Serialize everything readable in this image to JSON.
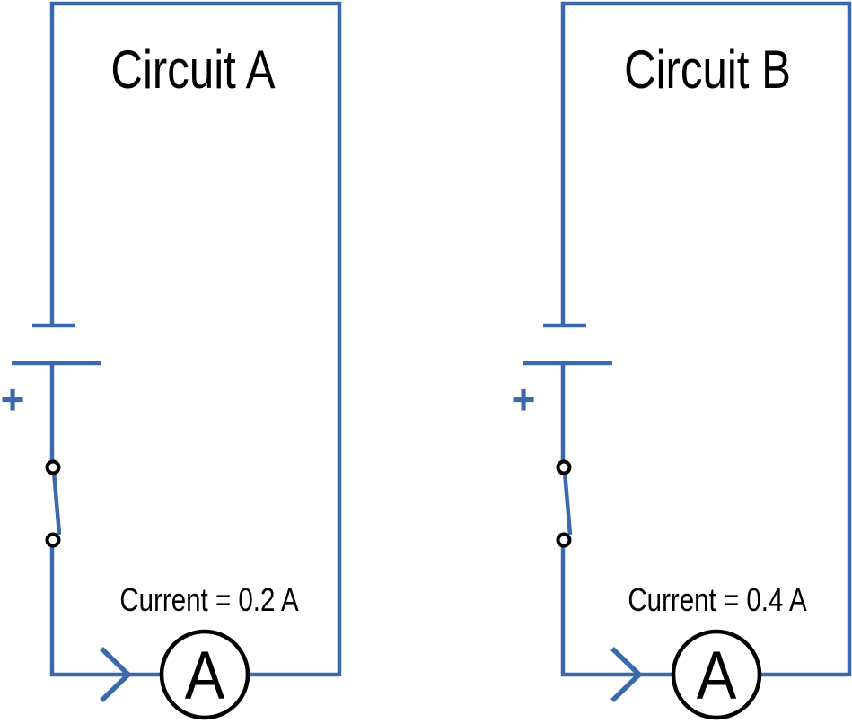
{
  "figure": {
    "description_visible_text_only": true,
    "colors": {
      "wire": "#3a69ae",
      "component": "#000000",
      "background": "#ffffff"
    },
    "circuits": [
      {
        "title": "Circuit A",
        "current_label": "Current = 0.2 A",
        "current_amps": 0.2,
        "ammeter_label": "A",
        "battery_polarity_label": "+"
      },
      {
        "title": "Circuit B",
        "current_label": "Current = 0.4 A",
        "current_amps": 0.4,
        "ammeter_label": "A",
        "battery_polarity_label": "+"
      }
    ]
  }
}
